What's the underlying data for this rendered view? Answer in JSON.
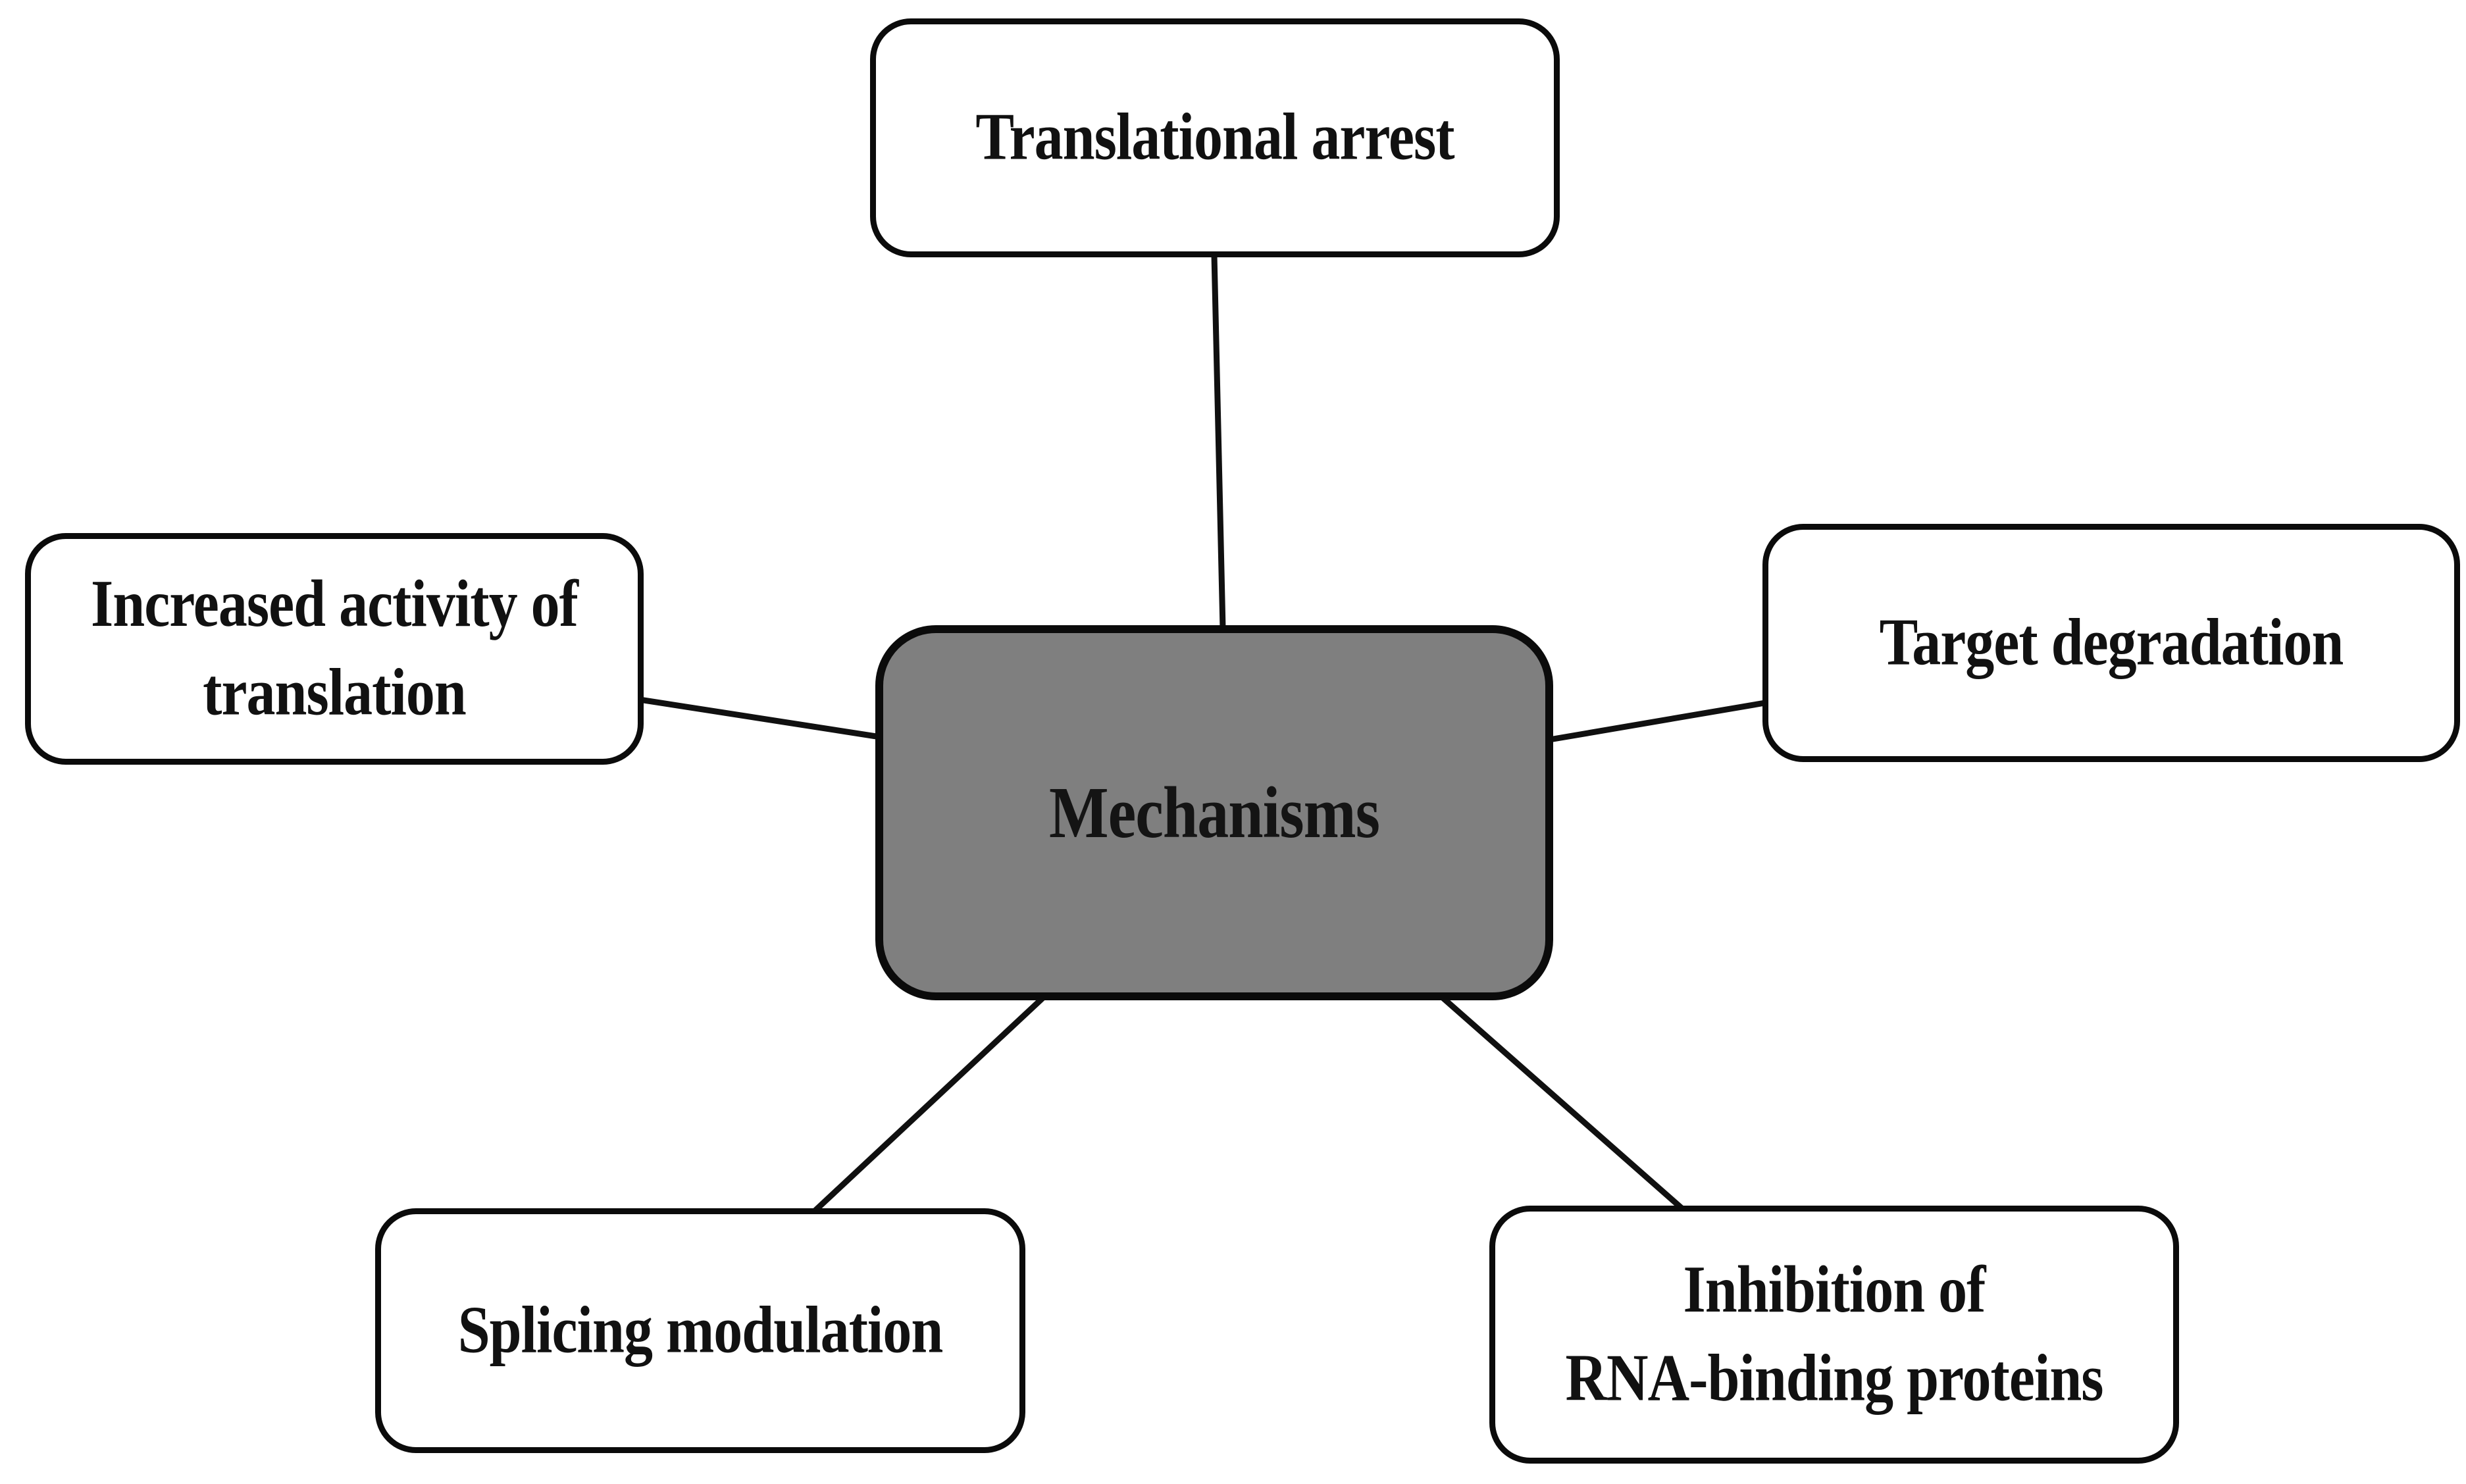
{
  "diagram": {
    "center": {
      "label": "Mechanisms",
      "fill_color": "#7f7f7f",
      "border_color": "#0b0b0b",
      "text_color": "#141414"
    },
    "nodes": [
      {
        "id": "translational-arrest",
        "label": "Translational arrest",
        "position": "top"
      },
      {
        "id": "increased-activity-of-translation",
        "label": "Increased activity of\ntranslation",
        "position": "left"
      },
      {
        "id": "target-degradation",
        "label": "Target degradation",
        "position": "right"
      },
      {
        "id": "splicing-modulation",
        "label": "Splicing modulation",
        "position": "bottom-left"
      },
      {
        "id": "inhibition-of-rna-binding-proteins",
        "label": "Inhibition of\nRNA-binding proteins",
        "position": "bottom-right"
      }
    ],
    "connector_color": "#101010",
    "background_color": "#ffffff"
  }
}
